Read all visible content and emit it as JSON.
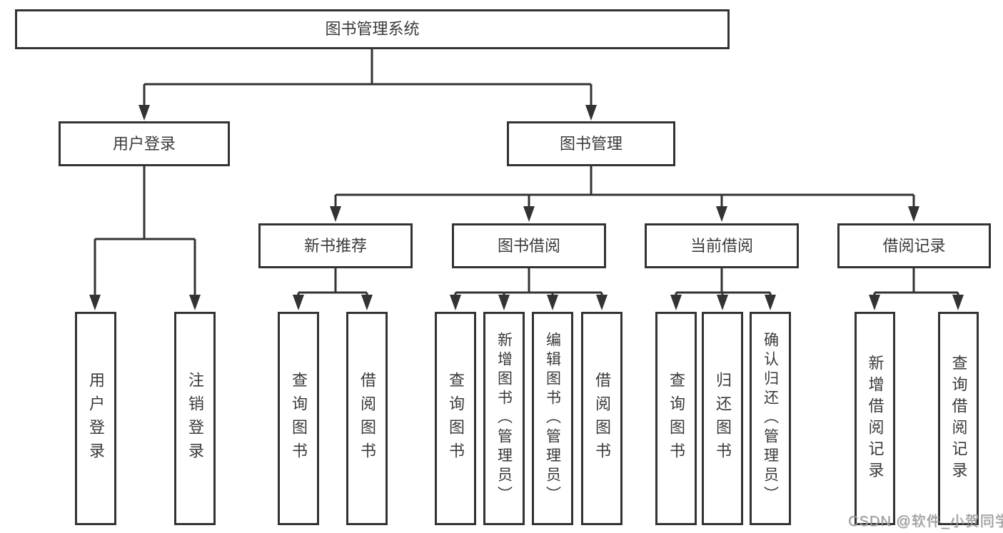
{
  "diagram": {
    "root": {
      "label": "图书管理系统"
    },
    "level2": {
      "user_login": {
        "label": "用户登录"
      },
      "book_mgmt": {
        "label": "图书管理"
      }
    },
    "level3": {
      "new_book": {
        "label": "新书推荐"
      },
      "book_borrow": {
        "label": "图书借阅"
      },
      "current_borrow": {
        "label": "当前借阅"
      },
      "borrow_record": {
        "label": "借阅记录"
      }
    },
    "leaves": {
      "user_login": [
        "用户登录",
        "注销登录"
      ],
      "new_book": [
        "查询图书",
        "借阅图书"
      ],
      "book_borrow": [
        "查询图书",
        "新增图书（管理员）",
        "编辑图书（管理员）",
        "借阅图书"
      ],
      "current_borrow": [
        "查询图书",
        "归还图书",
        "确认归还（管理员）"
      ],
      "borrow_record": [
        "新增借阅记录",
        "查询借阅记录"
      ]
    }
  },
  "watermark": {
    "text": "CSDN @软件_小贺同学",
    "color": "#9e9e9e"
  },
  "colors": {
    "line": "#333333",
    "text": "#3a3a3a",
    "background": "#ffffff"
  }
}
